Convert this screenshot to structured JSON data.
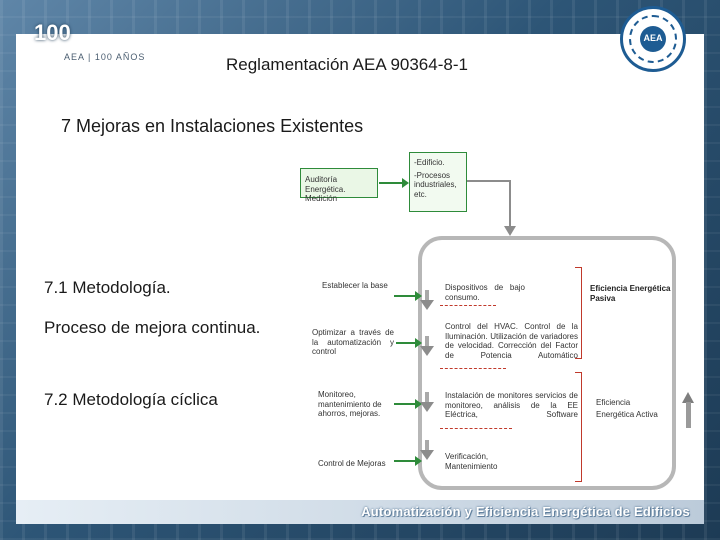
{
  "header": {
    "logo_number": "100",
    "logo_subtitle": "AEA | 100 AÑOS",
    "seal_text": "AEA",
    "title": "Reglamentación AEA 90364-8-1",
    "subtitle": "7 Mejoras en Instalaciones Existentes"
  },
  "left_items": [
    "7.1 Metodología.",
    "Proceso de mejora continua.",
    "7.2 Metodología cíclica"
  ],
  "diagram": {
    "audit_box": "Auditoría Energética. Medición",
    "targets_box": [
      "-Edificio.",
      "-Procesos industriales, etc."
    ],
    "steps": [
      "Establecer la base",
      "Optimizar a través de la automatización y control",
      "Monitoreo, mantenimiento de ahorros, mejoras.",
      "Control de Mejoras"
    ],
    "actions": [
      "Dispositivos de bajo consumo.",
      "Control del HVAC. Control de la Iluminación. Utilización de variadores de velocidad. Corrección del Factor de Potencia Automático",
      "Instalación de monitores servicios de monitoreo, análisis de la EE Eléctrica, Software",
      "Verificación, Mantenimiento"
    ],
    "passive_label": "Eficiencia Energética Pasiva",
    "active_label": "Eficiencia Energética Activa",
    "colors": {
      "green": "#2e8b3a",
      "red": "#c0392b",
      "gray": "#b7b7b7"
    }
  },
  "footer": {
    "text": "Automatización y Eficiencia Energética de Edificios"
  }
}
